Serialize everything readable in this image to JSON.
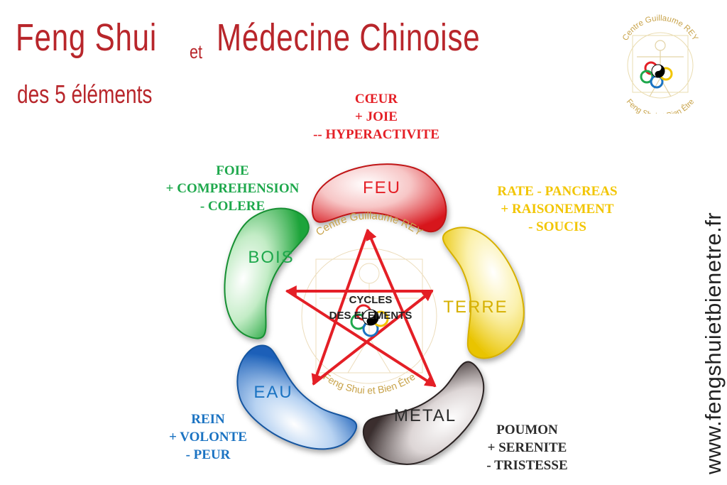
{
  "header": {
    "title_part1": "Feng Shui",
    "title_connector": "et",
    "title_part2": "Médecine Chinoise",
    "subtitle": "des 5 éléments"
  },
  "logo": {
    "top_text": "Centre Guillaume REY",
    "bottom_text": "Feng Shui et Bien Être"
  },
  "website": "www.fengshuietbienetre.fr",
  "center": {
    "label_line1": "CYCLES",
    "label_line2": "DES ELEMENTS",
    "watermark_top": "Centre Guillaume REY",
    "watermark_bottom": "Feng Shui et Bien Être"
  },
  "elements": {
    "feu": {
      "name": "FEU",
      "organ": "CŒUR",
      "positive": "+ JOIE",
      "negative": "-- HYPERACTIVITE",
      "color": "#e41f26"
    },
    "terre": {
      "name": "TERRE",
      "organ": "RATE - PANCREAS",
      "positive": "+ RAISONEMENT",
      "negative": "- SOUCIS",
      "color": "#f2c500"
    },
    "metal": {
      "name": "METAL",
      "organ": "POUMON",
      "positive": "+ SERENITE",
      "negative": "- TRISTESSE",
      "color": "#2b2b2b"
    },
    "eau": {
      "name": "EAU",
      "organ": "REIN",
      "positive": "+ VOLONTE",
      "negative": "- PEUR",
      "color": "#1b73c2"
    },
    "bois": {
      "name": "BOIS",
      "organ": "FOIE",
      "positive": "+ COMPREHENSION",
      "negative": "- COLERE",
      "color": "#1ea84c"
    }
  }
}
